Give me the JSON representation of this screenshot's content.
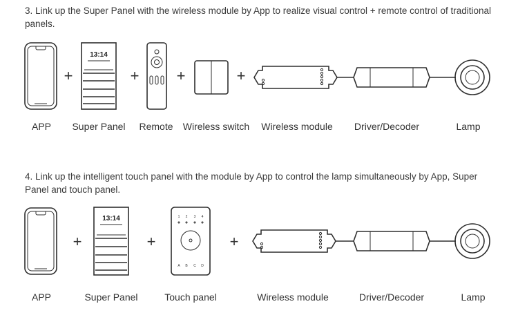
{
  "section1": {
    "text": "3. Link up the Super Panel with the wireless module by App to realize visual control + remote control of traditional panels.",
    "labels": {
      "app": "APP",
      "super_panel": "Super Panel",
      "remote": "Remote",
      "wireless_switch": "Wireless switch",
      "wireless_module": "Wireless module",
      "driver": "Driver/Decoder",
      "lamp": "Lamp"
    },
    "panel_time": "13:14"
  },
  "section2": {
    "text": "4. Link up the intelligent touch panel with the module by App to control the lamp simultaneously by App, Super Panel and touch panel.",
    "labels": {
      "app": "APP",
      "super_panel": "Super Panel",
      "touch_panel": "Touch panel",
      "wireless_module": "Wireless module",
      "driver": "Driver/Decoder",
      "lamp": "Lamp"
    },
    "panel_time": "13:14",
    "touch_numbers": [
      "1",
      "2",
      "3",
      "4"
    ],
    "touch_letters": [
      "A",
      "B",
      "C",
      "D"
    ]
  },
  "plus_sign": "+"
}
